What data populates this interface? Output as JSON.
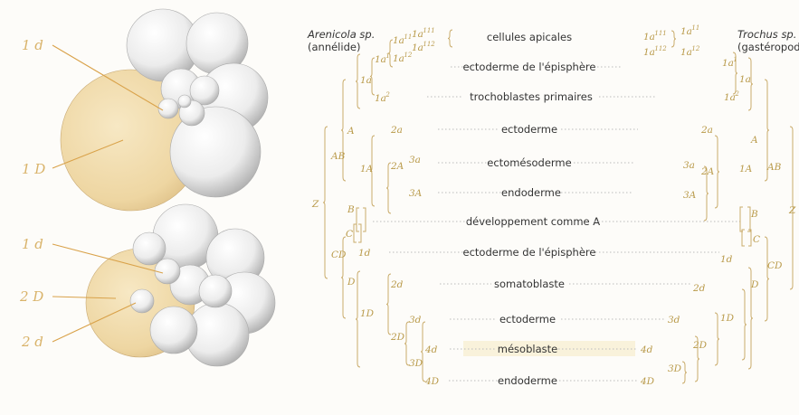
{
  "left_organism": {
    "name": "Arenicola sp.",
    "group": "(annélide)"
  },
  "right_organism": {
    "name": "Trochus sp.",
    "group": "(gastéropode)"
  },
  "figure_labels": {
    "top_1d": "1 d",
    "top_1D": "1 D",
    "bot_1d": "1 d",
    "bot_2D": "2 D",
    "bot_2d": "2 d"
  },
  "fates": [
    {
      "text": "cellules apicales"
    },
    {
      "text": "ectoderme de l'épisphère"
    },
    {
      "text": "trochoblastes primaires"
    },
    {
      "text": "ectoderme"
    },
    {
      "text": "ectomésoderme"
    },
    {
      "text": "endoderme"
    },
    {
      "text": "développement comme A"
    },
    {
      "text": "ectoderme de l'épisphère"
    },
    {
      "text": "somatoblaste"
    },
    {
      "text": "ectoderme"
    },
    {
      "text": "mésoblaste"
    },
    {
      "text": "endoderme"
    }
  ],
  "left_labels": {
    "z": "Z",
    "ab": "AB",
    "cd": "CD",
    "a": "A",
    "b": "B",
    "c": "C",
    "d": "D",
    "1a": "1a",
    "1A": "1A",
    "1a1": "1a",
    "1a2": "1a",
    "1a11": "1a",
    "1a12": "1a",
    "1a111": "1a",
    "1a112": "1a",
    "2a": "2a",
    "2A": "2A",
    "3a": "3a",
    "3A": "3A",
    "1d": "1d",
    "1D": "1D",
    "2d": "2d",
    "2D": "2D",
    "3d": "3d",
    "3D": "3D",
    "4d": "4d",
    "4D": "4D"
  },
  "left_sups": {
    "1a1": "1",
    "1a2": "2",
    "1a11": "11",
    "1a12": "12",
    "1a111": "111",
    "1a112": "112"
  },
  "right_labels": {
    "z": "Z",
    "ab": "AB",
    "cd": "CD",
    "a": "A",
    "b": "B",
    "c": "C",
    "d": "D",
    "1a": "1a",
    "1A": "1A",
    "1a1": "1a",
    "1a2": "1a",
    "1a11": "1a",
    "1a12": "1a",
    "1a111": "1a",
    "1a112": "1a",
    "2a": "2a",
    "2A": "2A",
    "3a": "3a",
    "3A": "3A",
    "1d": "1d",
    "1D": "1D",
    "2d": "2d",
    "2D": "2D",
    "3d": "3d",
    "3D": "3D",
    "4d": "4d",
    "4D": "4D"
  },
  "right_sups": {
    "1a1": "1",
    "1a2": "2",
    "1a11": "11",
    "1a12": "12",
    "1a111": "111",
    "1a112": "112"
  },
  "colors": {
    "accent": "#c9ab6a",
    "yolk": "#f1dcae",
    "text": "#333333"
  }
}
